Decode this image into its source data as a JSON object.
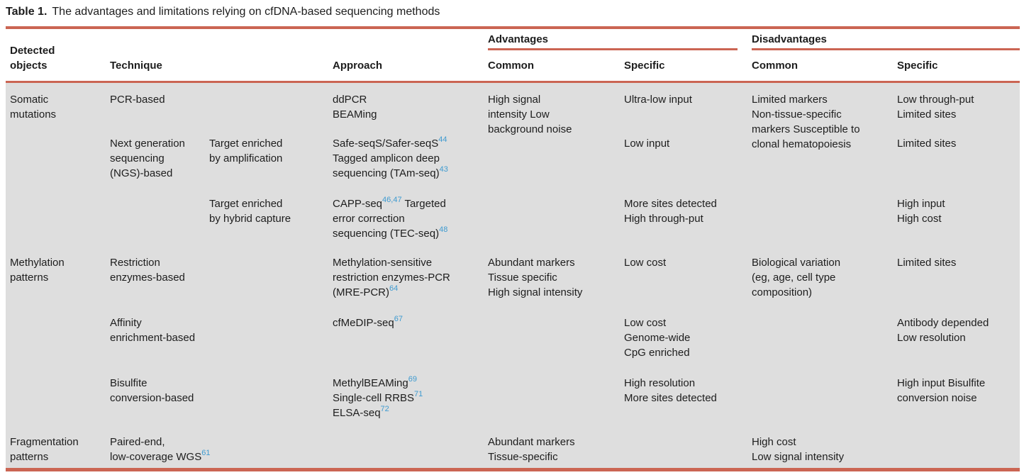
{
  "title": {
    "label": "Table 1.",
    "caption": "The advantages and limitations relying on cfDNA-based sequencing methods"
  },
  "colors": {
    "rule": "#cb6553",
    "body_bg": "#dedede",
    "reference_link": "#3f9bd0"
  },
  "header": {
    "detected_objects_line1": "Detected",
    "detected_objects_line2": "objects",
    "technique": "Technique",
    "approach": "Approach",
    "advantages": "Advantages",
    "disadvantages": "Disadvantages",
    "adv_common": "Common",
    "adv_specific": "Specific",
    "dis_common": "Common",
    "dis_specific": "Specific"
  },
  "rows": [
    {
      "detected": [
        "Somatic",
        "mutations"
      ],
      "technique": [
        "PCR-based"
      ],
      "technique2": [],
      "approach": [
        "ddPCR",
        "BEAMing"
      ],
      "adv_common": [
        "High signal",
        "intensity Low",
        "background noise"
      ],
      "adv_specific": [
        "Ultra-low input"
      ],
      "dis_common": [
        "Limited markers",
        "Non-tissue-specific",
        "markers Susceptible to",
        "clonal hematopoiesis"
      ],
      "dis_specific": [
        "Low through-put",
        "Limited sites"
      ]
    },
    {
      "detected": [],
      "technique": [
        "Next generation",
        "sequencing",
        "(NGS)-based"
      ],
      "technique2": [
        "Target enriched",
        "by amplification"
      ],
      "approach": [
        "Safe-seqS/Safer-seqS^{44}",
        "Tagged amplicon deep",
        "sequencing (TAm-seq)^{43}"
      ],
      "adv_common": [],
      "adv_specific": [
        "Low input"
      ],
      "dis_common": [],
      "dis_specific": [
        "Limited sites"
      ]
    },
    {
      "detected": [],
      "technique": [],
      "technique2": [
        "Target enriched",
        "by hybrid capture"
      ],
      "approach": [
        "CAPP-seq^{46,47} Targeted",
        "error correction",
        "sequencing (TEC-seq)^{48}"
      ],
      "adv_common": [],
      "adv_specific": [
        "More sites detected",
        "High through-put"
      ],
      "dis_common": [],
      "dis_specific": [
        "High input",
        "High cost"
      ]
    },
    {
      "detected": [
        "Methylation",
        "patterns"
      ],
      "technique": [
        "Restriction",
        "enzymes-based"
      ],
      "technique2": [],
      "approach": [
        "Methylation-sensitive",
        "restriction enzymes-PCR",
        "(MRE-PCR)^{64}"
      ],
      "adv_common": [
        "Abundant markers",
        "Tissue specific",
        "High signal intensity"
      ],
      "adv_specific": [
        "Low cost"
      ],
      "dis_common": [
        "Biological variation",
        "(eg, age, cell type",
        "composition)"
      ],
      "dis_specific": [
        "Limited sites"
      ]
    },
    {
      "detected": [],
      "technique": [
        "Affinity",
        "enrichment-based"
      ],
      "technique2": [],
      "approach": [
        "cfMeDIP-seq^{67}"
      ],
      "adv_common": [],
      "adv_specific": [
        "Low cost",
        "Genome-wide",
        "CpG enriched"
      ],
      "dis_common": [],
      "dis_specific": [
        "Antibody depended",
        "Low resolution"
      ]
    },
    {
      "detected": [],
      "technique": [
        "Bisulfite",
        "conversion-based"
      ],
      "technique2": [],
      "approach": [
        "MethylBEAMing^{69}",
        "Single-cell RRBS^{71}",
        "ELSA-seq^{72}"
      ],
      "adv_common": [],
      "adv_specific": [
        "High resolution",
        "More sites detected"
      ],
      "dis_common": [],
      "dis_specific": [
        "High input Bisulfite",
        "conversion noise"
      ]
    },
    {
      "detected": [
        "Fragmentation",
        "patterns"
      ],
      "technique": [
        "Paired-end,",
        "low-coverage WGS^{61}"
      ],
      "technique2": [],
      "approach": [],
      "adv_common": [
        "Abundant markers",
        "Tissue-specific"
      ],
      "adv_specific": [],
      "dis_common": [
        "High cost",
        "Low signal intensity"
      ],
      "dis_specific": []
    }
  ]
}
